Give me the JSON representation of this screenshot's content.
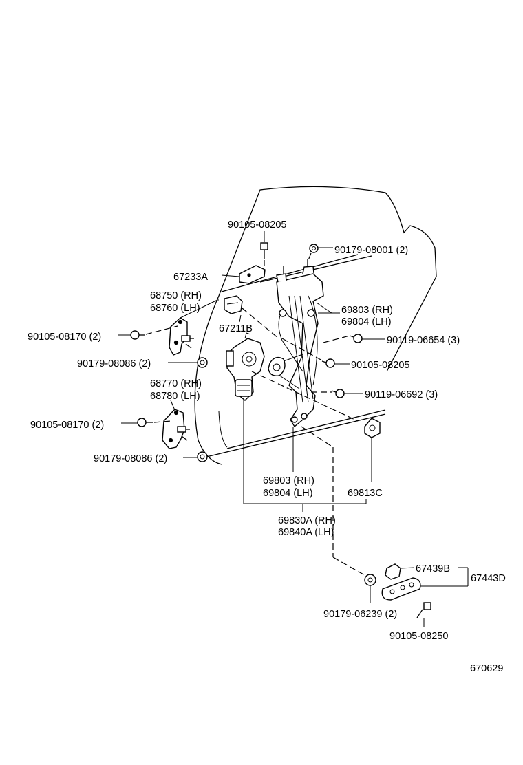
{
  "labels": {
    "p90105_08205_top": "90105-08205",
    "p90179_08001": "90179-08001 (2)",
    "p67233A": "67233A",
    "p68750": "68750 (RH)",
    "p68760": "68760 (LH)",
    "p69803_upper": "69803 (RH)",
    "p69804_upper": "69804 (LH)",
    "p67211B": "67211B",
    "p90105_08170_a": "90105-08170 (2)",
    "p90119_06654": "90119-06654 (3)",
    "p90179_08086_a": "90179-08086 (2)",
    "p90105_08205_mid": "90105-08205",
    "p68770": "68770 (RH)",
    "p68780": "68780 (LH)",
    "p90119_06692": "90119-06692 (3)",
    "p90105_08170_b": "90105-08170 (2)",
    "p90179_08086_b": "90179-08086 (2)",
    "p69803_lower": "69803 (RH)",
    "p69804_lower": "69804 (LH)",
    "p69813C": "69813C",
    "p69830A": "69830A (RH)",
    "p69840A": "69840A (LH)",
    "p67439B": "67439B",
    "p67443D": "67443D",
    "p90179_06239": "90179-06239 (2)",
    "p90105_08250": "90105-08250",
    "illustration_no": "670629"
  }
}
